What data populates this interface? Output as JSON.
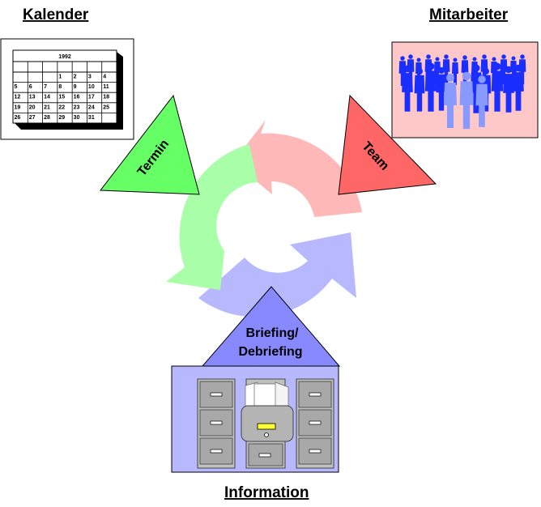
{
  "labels": {
    "kalender": "Kalender",
    "mitarbeiter": "Mitarbeiter",
    "information": "Information",
    "termin": "Termin",
    "team": "Team",
    "briefing_line1": "Briefing/",
    "briefing_line2": "Debriefing"
  },
  "calendar": {
    "year": "1992",
    "rows": [
      [
        "",
        "",
        "",
        "1",
        "2",
        "3",
        "4"
      ],
      [
        "5",
        "6",
        "7",
        "8",
        "9",
        "10",
        "11"
      ],
      [
        "12",
        "13",
        "14",
        "15",
        "16",
        "17",
        "18"
      ],
      [
        "19",
        "20",
        "21",
        "22",
        "23",
        "24",
        "25"
      ],
      [
        "26",
        "27",
        "28",
        "29",
        "30",
        "31",
        ""
      ]
    ]
  },
  "colors": {
    "green": "#66ff66",
    "green_arrow": "#a8ffa8",
    "red": "#ff6666",
    "red_arrow": "#ffb8b8",
    "blue": "#8888ff",
    "blue_arrow": "#b8b8ff",
    "team_box": "#ffc8c8",
    "info_box": "#b8b8ff",
    "people": "#1a2eff",
    "people_light": "#8899ff"
  }
}
